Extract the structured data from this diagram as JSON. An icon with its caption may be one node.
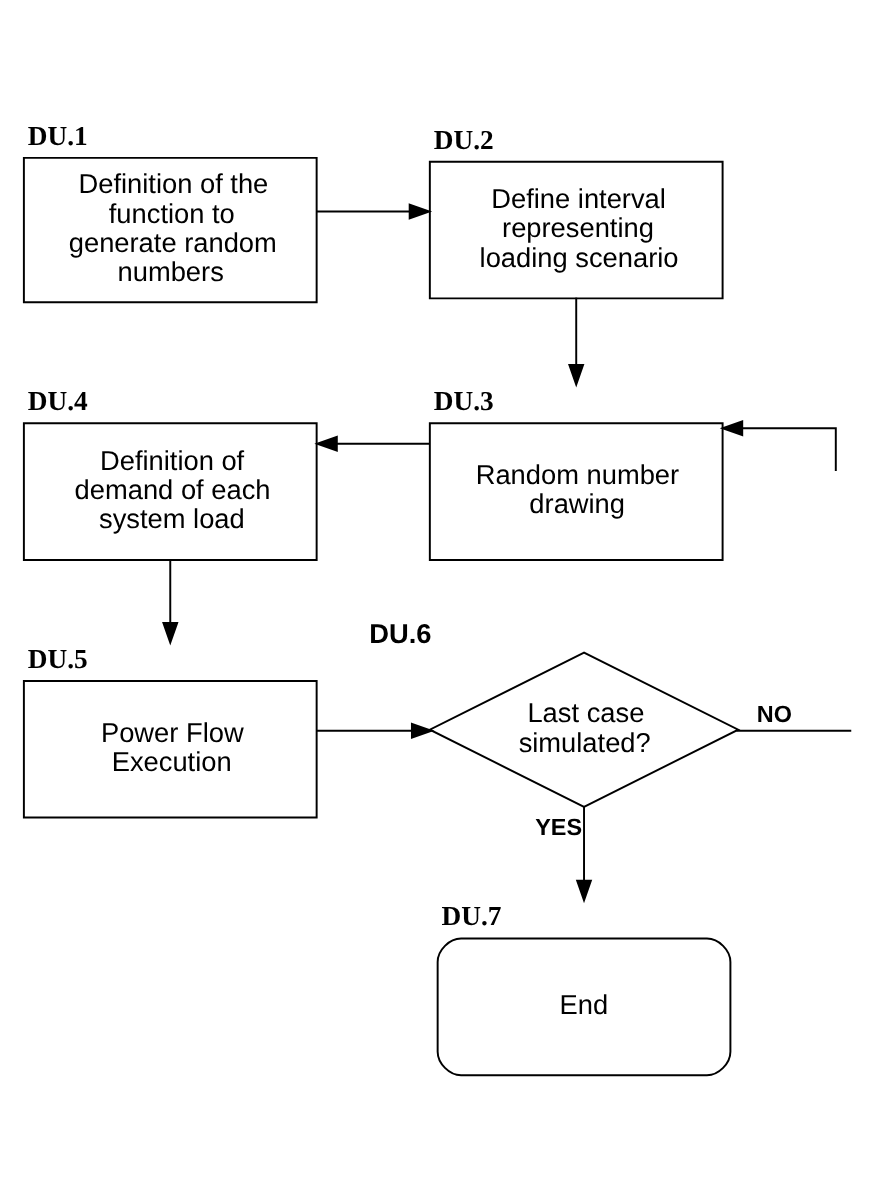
{
  "diagram": {
    "nodes": [
      {
        "text": [
          "DU.1",
          "Definition of the function to generate random numbers"
        ]
      },
      {
        "text": [
          "DU.2",
          "Define interval representing loading scenario"
        ]
      },
      {
        "text": [
          "DU.3",
          "Random number drawing"
        ]
      },
      {
        "text": [
          "DU.4",
          "Definition of demand of each system load"
        ]
      },
      {
        "text": [
          "DU.5",
          "Power Flow Execution"
        ]
      },
      {
        "text": [
          "DU.6",
          "Last case simulated?"
        ]
      },
      {
        "text": [
          "DU.7",
          "End"
        ]
      }
    ],
    "edges": [
      {
        "from": 0,
        "to": 1,
        "arrow": "to"
      },
      {
        "from": 1,
        "to": 2,
        "arrow": "to"
      },
      {
        "from": 2,
        "to": 3,
        "arrow": "to"
      },
      {
        "from": 3,
        "to": 4,
        "arrow": "to"
      },
      {
        "from": 4,
        "to": 5,
        "arrow": "to"
      },
      {
        "from": 5,
        "to": 6,
        "label": "YES",
        "arrow": "to"
      },
      {
        "from": 5,
        "to": null,
        "label": "NO",
        "arrow": "none"
      },
      {
        "from": null,
        "to": 2,
        "arrow": "to"
      }
    ]
  }
}
